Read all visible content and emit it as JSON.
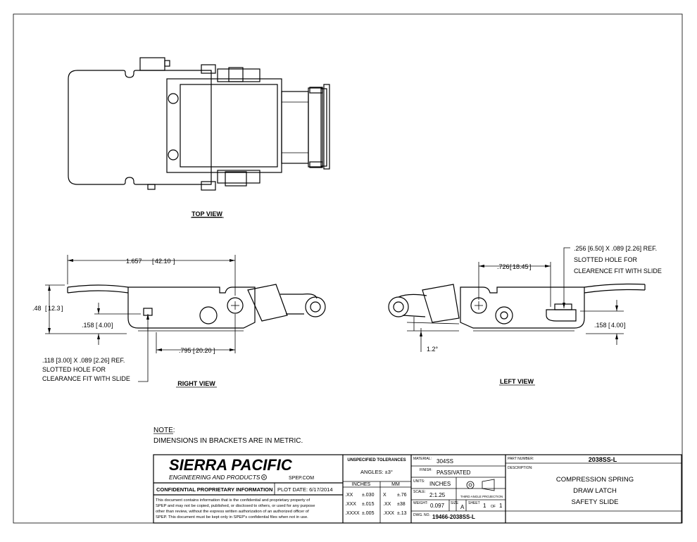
{
  "views": {
    "top_view_label": "TOP VIEW",
    "right_view_label": "RIGHT VIEW",
    "left_view_label": "LEFT VIEW"
  },
  "dimensions": {
    "overall_length": ".657",
    "overall_length_lead": "1",
    "overall_length_mm": "42.10",
    "height": ".48",
    "height_mm": "12.3",
    "right_offset": ".158",
    "right_offset_mm": "4.00",
    "right_hole_to_slot": ".795",
    "right_hole_to_slot_mm": "20.20",
    "left_hole_dist": ".726",
    "left_hole_dist_mm": "18.45",
    "left_offset": ".158",
    "left_offset_mm": "4.00",
    "angle": "1.2°"
  },
  "notes_callouts": {
    "right_slot_line1": ".118 [3.00] X .089 [2.26] REF.",
    "right_slot_line2": "SLOTTED HOLE FOR",
    "right_slot_line3": "CLEARANCE FIT WITH SLIDE",
    "left_slot_line1": ".256 [6.50] X .089 [2.26] REF.",
    "left_slot_line2": "SLOTTED HOLE FOR",
    "left_slot_line3": "CLEARENCE FIT WITH SLIDE"
  },
  "note": {
    "heading": "NOTE:",
    "text": "DIMENSIONS IN BRACKETS ARE IN METRIC."
  },
  "title_block": {
    "company": "SIERRA PACIFIC",
    "company_sub": "ENGINEERING AND PRODUCTS",
    "website": "SPEP.COM",
    "confidential_label": "CONFIDENTIAL PROPRIETARY INFORMATION",
    "plot_date": "PLOT DATE: 6/17/2014",
    "disclaimer_1": "This document contains information that is the confidential and proprietary property of",
    "disclaimer_2": "SPEP and may not be copied, published, or disclosed to others, or used for any purpose",
    "disclaimer_3": "other than review, without the express written authorization of an authorized officer of",
    "disclaimer_4": "SPEP. This document must be kept only in SPEP's confidential files when not in use.",
    "tolerances_heading": "UNSPECIFIED TOLERANCES",
    "angles": "ANGLES: ±3°",
    "inches_header": "INCHES",
    "mm_header": "MM",
    "tol_rows": [
      {
        "in_label": ".XX",
        "in_val": "±.030",
        "mm_label": "X",
        "mm_val": "±.76"
      },
      {
        "in_label": ".XXX",
        "in_val": "±.015",
        "mm_label": ".XX",
        "mm_val": "±38"
      },
      {
        "in_label": ".XXXX",
        "in_val": "±.005",
        "mm_label": ".XXX",
        "mm_val": "±.13"
      }
    ],
    "material_label": "MATERIAL:",
    "material": "304SS",
    "finish_label": "FINISH:",
    "finish": "PASSIVATED",
    "units_label": "UNITS:",
    "units": "INCHES",
    "scale_label": "SCALE:",
    "scale": "2:1.25",
    "projection_label": "THIRD ANGLE PROJECTION",
    "weight_label": "WEIGHT:",
    "weight": "0.097",
    "size_label": "SIZE",
    "size": "A",
    "sheet_label": "SHEET",
    "sheet_num": "1",
    "sheet_of": "OF",
    "sheet_total": "1",
    "dwg_label": "DWG. NO.",
    "dwg_no": "19466-2038SS-L",
    "part_label": "PART NUMBER:",
    "part_no": "2038SS-L",
    "desc_label": "DESCRIPTION:",
    "desc_1": "COMPRESSION SPRING",
    "desc_2": "DRAW LATCH",
    "desc_3": "SAFETY SLIDE"
  }
}
